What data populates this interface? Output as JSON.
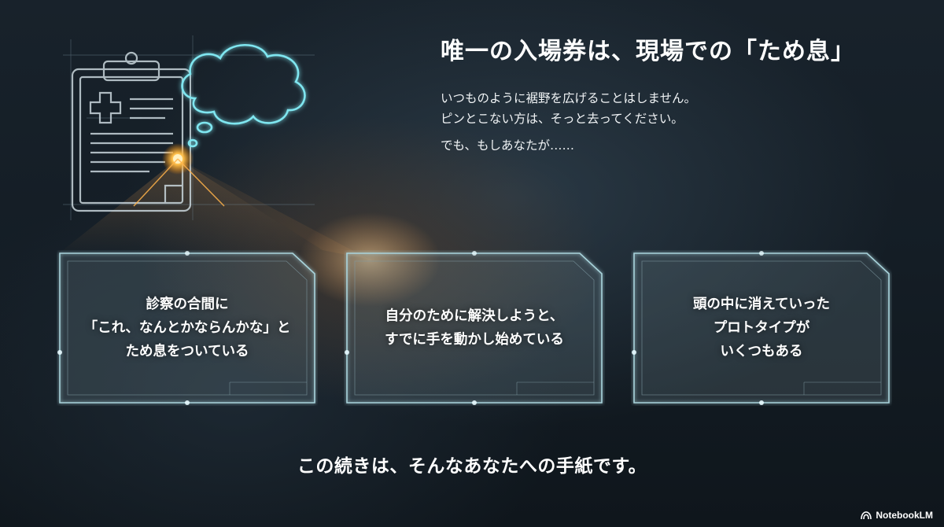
{
  "headline": "唯一の入場券は、現場での「ため息」",
  "intro": {
    "line1": "いつものように裾野を広げることはしません。",
    "line2": "ピンとこない方は、そっと去ってください。",
    "line3": "でも、もしあなたが……"
  },
  "cards": [
    {
      "lines": [
        "診察の合間に",
        "「これ、なんとかならんかな」と",
        "ため息をついている"
      ]
    },
    {
      "lines": [
        "自分のために解決しようと、",
        "すでに手を動かし始めている"
      ]
    },
    {
      "lines": [
        "頭の中に消えていった",
        "プロトタイプが",
        "いくつもある"
      ]
    }
  ],
  "closing": "この続きは、そんなあなたへの手紙です。",
  "brand": {
    "name": "NotebookLM",
    "icon": "notebooklm-logo-icon"
  },
  "colors": {
    "cyan_glow": "#7fe6f0",
    "frame_line": "#a9d4dc",
    "orange_glow": "#ffb347"
  },
  "icons": {
    "clipboard": "medical-clipboard-icon",
    "thought": "thought-bubble-icon"
  }
}
